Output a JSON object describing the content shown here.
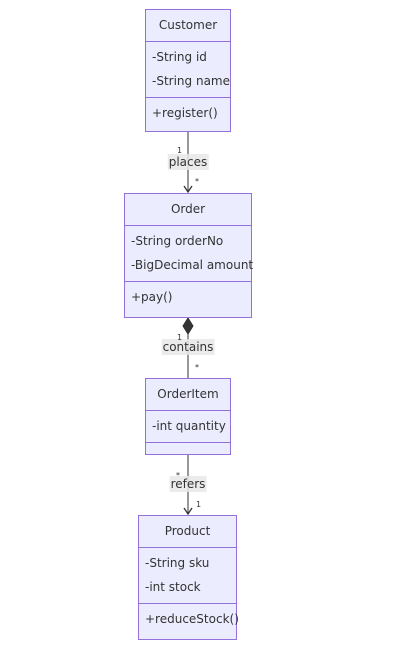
{
  "classes": {
    "customer": {
      "name": "Customer",
      "attributes": [
        "-String id",
        "-String name"
      ],
      "methods": [
        "+register()"
      ]
    },
    "order": {
      "name": "Order",
      "attributes": [
        "-String orderNo",
        "-BigDecimal amount"
      ],
      "methods": [
        "+pay()"
      ]
    },
    "orderitem": {
      "name": "OrderItem",
      "attributes": [
        "-int quantity"
      ],
      "methods": []
    },
    "product": {
      "name": "Product",
      "attributes": [
        "-String sku",
        "-int stock"
      ],
      "methods": [
        "+reduceStock()"
      ]
    }
  },
  "relations": {
    "places": {
      "label": "places",
      "from_mult": "1",
      "to_mult": "*"
    },
    "contains": {
      "label": "contains",
      "from_mult": "1",
      "to_mult": "*"
    },
    "refers": {
      "label": "refers",
      "from_mult": "*",
      "to_mult": "1"
    }
  },
  "colors": {
    "box_fill": "#ececff",
    "box_stroke": "#9370db",
    "line": "#333333",
    "label_bg": "#e8e8e8"
  }
}
